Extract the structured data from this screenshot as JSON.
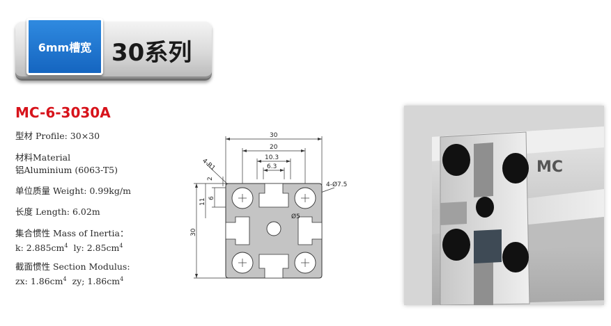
{
  "header": {
    "slot_width_label": "6mm槽宽",
    "series_label": "30系列"
  },
  "product": {
    "model": "MC-6-3030A",
    "specs": {
      "profile": "型材 Profile: 30×30",
      "material_label": "材料Material",
      "material_value": "铝Aluminium (6063-T5)",
      "unit_mass": "单位质量 Weight: 0.99kg/m",
      "length": "长度 Length: 6.02m",
      "inertia_label": "集合惯性 Mass of Inertia：",
      "inertia_kx": "k: 2.885cm",
      "inertia_ly": "ly: 2.85cm",
      "inertia_exp": "4",
      "modulus_label": "截面惯性 Section Modulus:",
      "modulus_zx": "zx: 1.86cm",
      "modulus_zy": "zy; 1.86cm",
      "modulus_exp": "4"
    }
  },
  "drawing": {
    "dim_30_top": "30",
    "dim_20": "20",
    "dim_10_3": "10.3",
    "dim_6_3": "6.3",
    "dim_r1": "4-R1",
    "dim_2": "2",
    "dim_6": "6",
    "dim_11": "11",
    "dim_30_left": "30",
    "dim_hole": "4-Ø7.5",
    "dim_center": "Ø5"
  },
  "photo": {
    "brand": "MC"
  }
}
